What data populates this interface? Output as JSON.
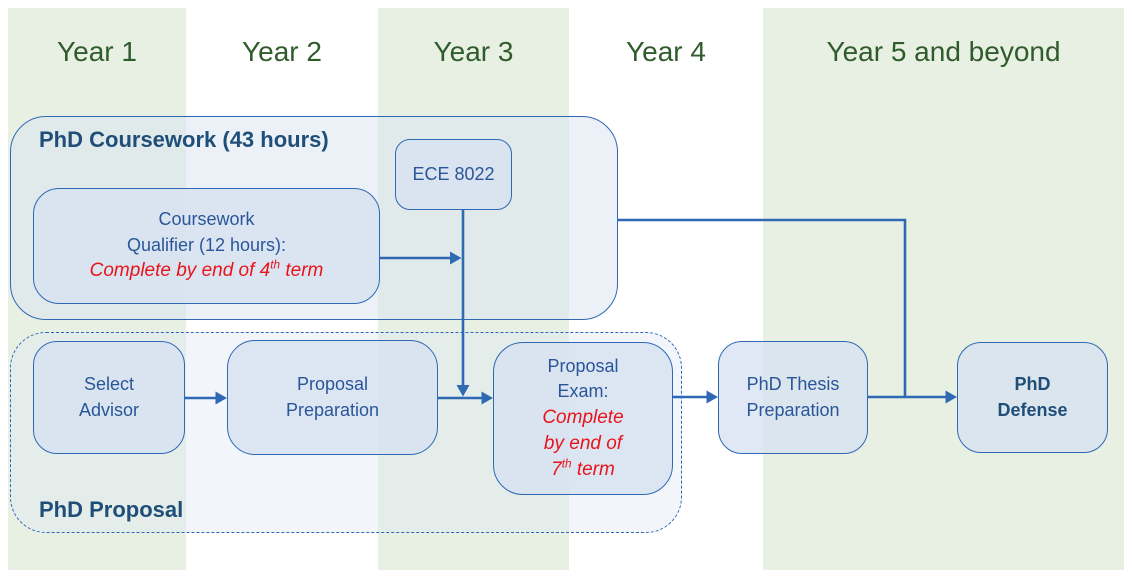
{
  "timeline": {
    "headers": [
      {
        "label": "Year 1"
      },
      {
        "label": "Year 2"
      },
      {
        "label": "Year 3"
      },
      {
        "label": "Year 4"
      },
      {
        "label": "Year 5 and beyond"
      }
    ]
  },
  "coursework": {
    "title": "PhD Coursework (43 hours)",
    "ece_box": {
      "label": "ECE 8022"
    },
    "qualifier_box": {
      "line1": "Coursework",
      "line2": "Qualifier (12 hours):",
      "deadline": {
        "pre": "Complete by end of 4",
        "sup": "th",
        "post": " term"
      }
    }
  },
  "proposal": {
    "title": "PhD Proposal",
    "select_advisor": {
      "line1": "Select",
      "line2": "Advisor"
    },
    "preparation": {
      "line1": "Proposal",
      "line2": "Preparation"
    },
    "exam": {
      "line1": "Proposal",
      "line2": "Exam:",
      "deadline_l1": "Complete",
      "deadline_l2": "by end of",
      "deadline_l3": {
        "pre": "7",
        "sup": "th",
        "post": " term"
      }
    }
  },
  "thesis": {
    "preparation": {
      "line1": "PhD Thesis",
      "line2": "Preparation"
    },
    "defense": {
      "line1": "PhD",
      "line2": "Defense"
    }
  },
  "colors": {
    "accent_blue": "#2f69b4",
    "text_blue": "#2a5699",
    "title_blue": "#1f4e79",
    "red": "#e8141a",
    "header_green": "#305c2d",
    "band_green": "#e8f0e3",
    "box_fill": "rgba(214,226,241,0.78)",
    "container_fill": "rgba(219,229,241,0.55)",
    "dashed_fill": "rgba(223,232,244,0.40)"
  }
}
